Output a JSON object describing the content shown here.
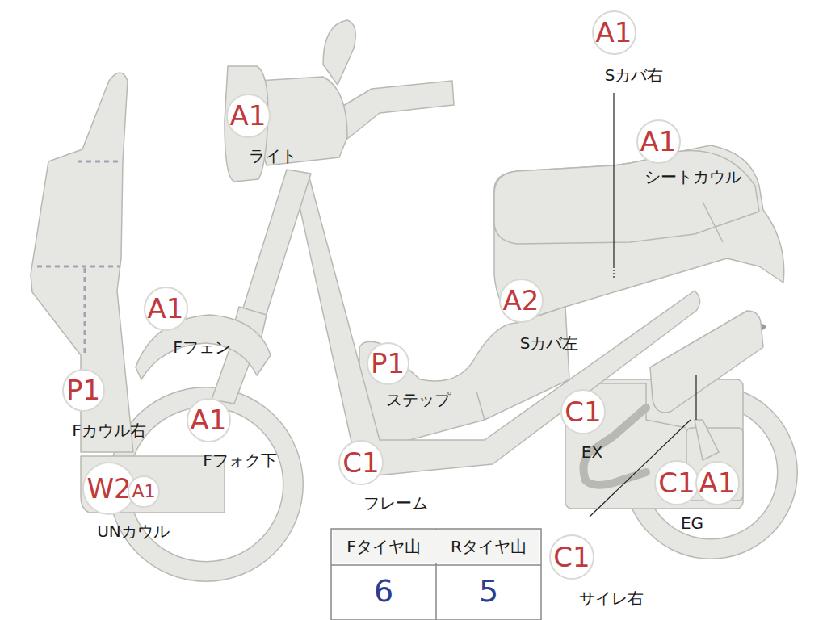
{
  "diagram": {
    "nodes": [
      {
        "text": [
          "A1"
        ]
      },
      {
        "text": [
          "A1"
        ]
      },
      {
        "text": [
          "A1"
        ]
      },
      {
        "text": [
          "A2"
        ]
      },
      {
        "text": [
          "A1"
        ]
      },
      {
        "text": [
          "P1"
        ]
      },
      {
        "text": [
          "P1"
        ]
      },
      {
        "text": [
          "C1"
        ]
      },
      {
        "text": [
          "A1"
        ]
      },
      {
        "text": [
          "C1"
        ]
      },
      {
        "text": [
          "C1"
        ]
      },
      {
        "text": [
          "A1"
        ]
      },
      {
        "text": [
          "W2"
        ]
      },
      {
        "text": [
          "A1"
        ]
      },
      {
        "text": [
          "C1"
        ]
      }
    ],
    "labels": [
      "Sカバ右",
      "ライト",
      "シートカウル",
      "Sカバ左",
      "Fフェン",
      "ステップ",
      "Fカウル右",
      "EX",
      "Fフォク下",
      "フレーム",
      "EG",
      "UNカウル",
      "サイレ右",
      "Fタイヤ山",
      "Rタイヤ山",
      "6",
      "5"
    ]
  }
}
